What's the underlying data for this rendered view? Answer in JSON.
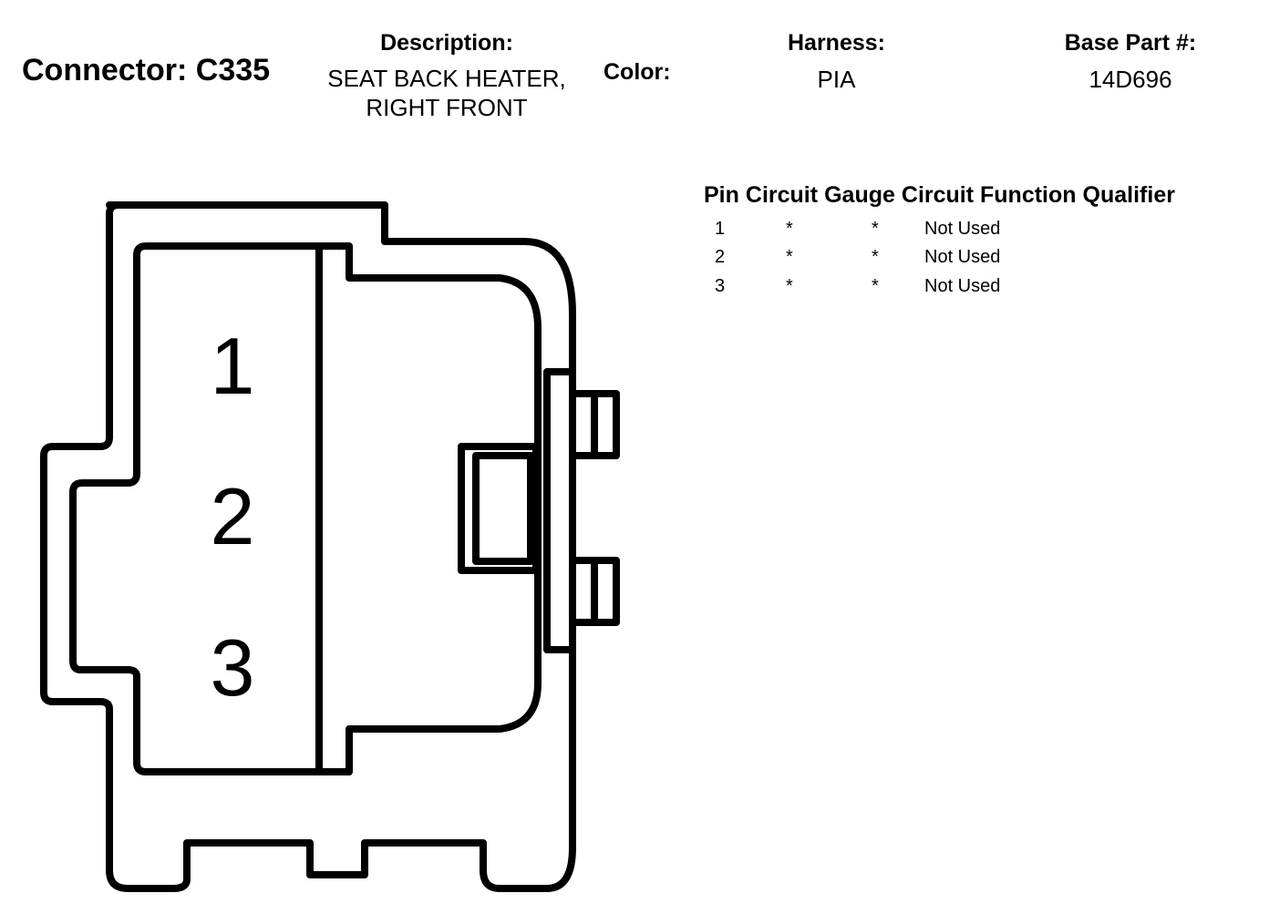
{
  "header": {
    "connector_title": "Connector: C335",
    "description_label": "Description:",
    "description_line1": "SEAT BACK HEATER,",
    "description_line2": "RIGHT FRONT",
    "color_label": "Color:",
    "harness_label": "Harness:",
    "harness_value": "PIA",
    "base_part_label": "Base Part #:",
    "base_part_value": "14D696"
  },
  "pin_table": {
    "headers": [
      "Pin",
      "Circuit",
      "Gauge",
      "Circuit Function",
      "Qualifier"
    ],
    "rows": [
      {
        "pin": "1",
        "circuit": "*",
        "gauge": "*",
        "function": "Not Used"
      },
      {
        "pin": "2",
        "circuit": "*",
        "gauge": "*",
        "function": "Not Used"
      },
      {
        "pin": "3",
        "circuit": "*",
        "gauge": "*",
        "function": "Not Used"
      }
    ]
  },
  "diagram": {
    "pin_labels": [
      "1",
      "2",
      "3"
    ]
  }
}
